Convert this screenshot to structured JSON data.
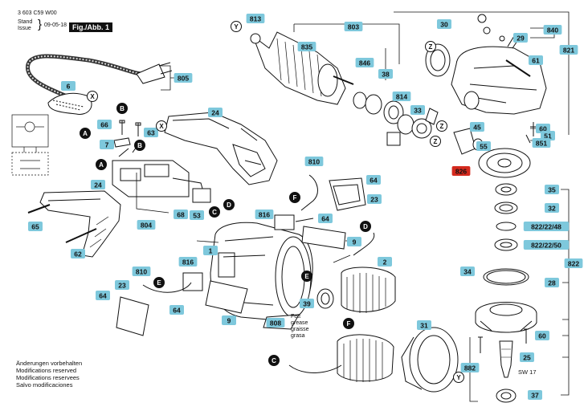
{
  "header": {
    "doc_number": "3 603 C59 W00",
    "stand_label": "Stand",
    "issue_label": "Issue",
    "date": "09-05-18",
    "figure_title": "Fig./Abb. 1"
  },
  "notes": [
    "Änderungen vorbehalten",
    "Modifications reserved",
    "Modifications reservees",
    "Salvo modificaciones"
  ],
  "fett_text": [
    "Fett",
    "grease",
    "graisse",
    "grasa"
  ],
  "sw_text": "SW 17",
  "colors": {
    "label_fill": "#7ec8dc",
    "highlight_label_fill": "#d42a1e",
    "line": "#111111"
  },
  "part_labels": [
    {
      "text": "813"
    },
    {
      "text": "803"
    },
    {
      "text": "835"
    },
    {
      "text": "846"
    },
    {
      "text": "38"
    },
    {
      "text": "814"
    },
    {
      "text": "33"
    },
    {
      "text": "30"
    },
    {
      "text": "840"
    },
    {
      "text": "29"
    },
    {
      "text": "821"
    },
    {
      "text": "61"
    },
    {
      "text": "45"
    },
    {
      "text": "60"
    },
    {
      "text": "51"
    },
    {
      "text": "851"
    },
    {
      "text": "55"
    },
    {
      "text": "826",
      "highlight": true
    },
    {
      "text": "35"
    },
    {
      "text": "32"
    },
    {
      "text": "822/22/48"
    },
    {
      "text": "822/22/50"
    },
    {
      "text": "822"
    },
    {
      "text": "34"
    },
    {
      "text": "28"
    },
    {
      "text": "60"
    },
    {
      "text": "25"
    },
    {
      "text": "882"
    },
    {
      "text": "37"
    },
    {
      "text": "31"
    },
    {
      "text": "805"
    },
    {
      "text": "6"
    },
    {
      "text": "24"
    },
    {
      "text": "66"
    },
    {
      "text": "63"
    },
    {
      "text": "7"
    },
    {
      "text": "804"
    },
    {
      "text": "68"
    },
    {
      "text": "53"
    },
    {
      "text": "24"
    },
    {
      "text": "65"
    },
    {
      "text": "62"
    },
    {
      "text": "810"
    },
    {
      "text": "64"
    },
    {
      "text": "23"
    },
    {
      "text": "816"
    },
    {
      "text": "64"
    },
    {
      "text": "9"
    },
    {
      "text": "1"
    },
    {
      "text": "2"
    },
    {
      "text": "816"
    },
    {
      "text": "810"
    },
    {
      "text": "23"
    },
    {
      "text": "64"
    },
    {
      "text": "64"
    },
    {
      "text": "9"
    },
    {
      "text": "808"
    },
    {
      "text": "39"
    }
  ],
  "connectors": [
    {
      "letter": "A"
    },
    {
      "letter": "B"
    },
    {
      "letter": "X"
    },
    {
      "letter": "Y"
    },
    {
      "letter": "Z"
    },
    {
      "letter": "B"
    },
    {
      "letter": "A"
    },
    {
      "letter": "C"
    },
    {
      "letter": "D"
    },
    {
      "letter": "F"
    },
    {
      "letter": "D"
    },
    {
      "letter": "E"
    },
    {
      "letter": "E"
    },
    {
      "letter": "F"
    },
    {
      "letter": "C"
    },
    {
      "letter": "X"
    },
    {
      "letter": "Y"
    },
    {
      "letter": "Z"
    },
    {
      "letter": "Z"
    }
  ]
}
